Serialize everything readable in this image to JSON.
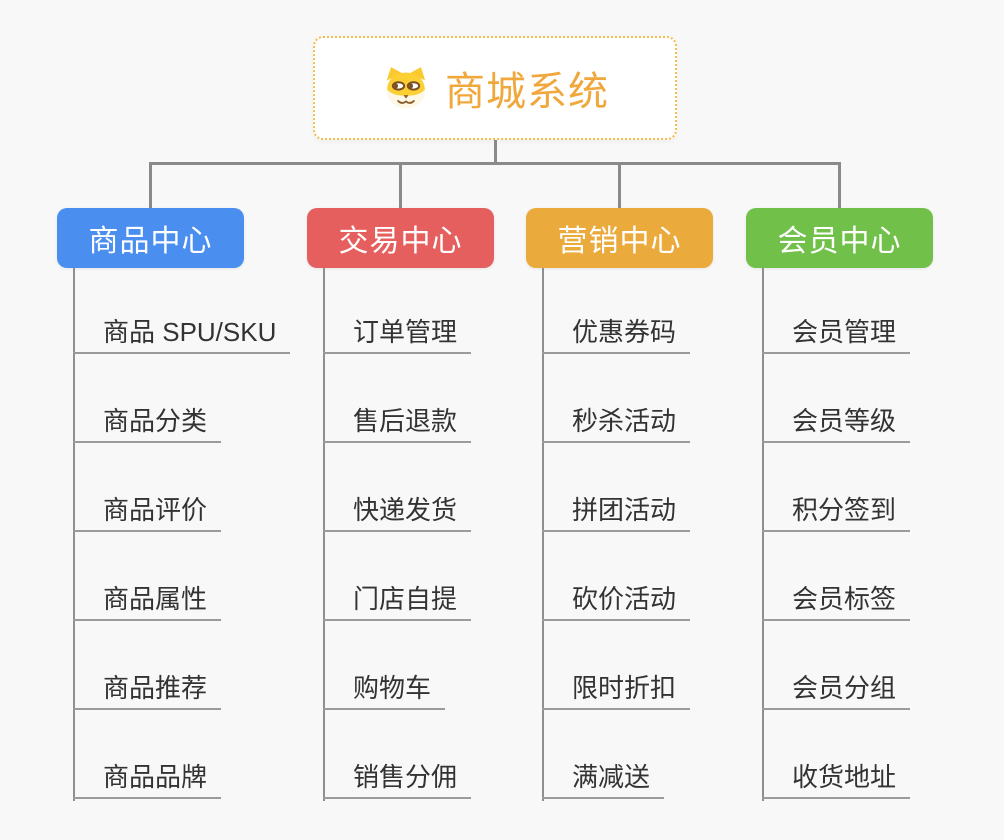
{
  "canvas": {
    "background": "#f8f8f8",
    "connector_color": "#8a8a8a"
  },
  "root": {
    "title": "商城系统",
    "accent_color": "#f0a73c",
    "border_color": "#f6bb4d",
    "icon": "dog-face-icon"
  },
  "branches": [
    {
      "label": "商品中心",
      "color": "#4a8ef0",
      "items": [
        "商品 SPU/SKU",
        "商品分类",
        "商品评价",
        "商品属性",
        "商品推荐",
        "商品品牌"
      ]
    },
    {
      "label": "交易中心",
      "color": "#e55f5f",
      "items": [
        "订单管理",
        "售后退款",
        "快递发货",
        "门店自提",
        "购物车",
        "销售分佣"
      ]
    },
    {
      "label": "营销中心",
      "color": "#ebaa3c",
      "items": [
        "优惠券码",
        "秒杀活动",
        "拼团活动",
        "砍价活动",
        "限时折扣",
        "满减送"
      ]
    },
    {
      "label": "会员中心",
      "color": "#70c04a",
      "items": [
        "会员管理",
        "会员等级",
        "积分签到",
        "会员标签",
        "会员分组",
        "收货地址"
      ]
    }
  ]
}
